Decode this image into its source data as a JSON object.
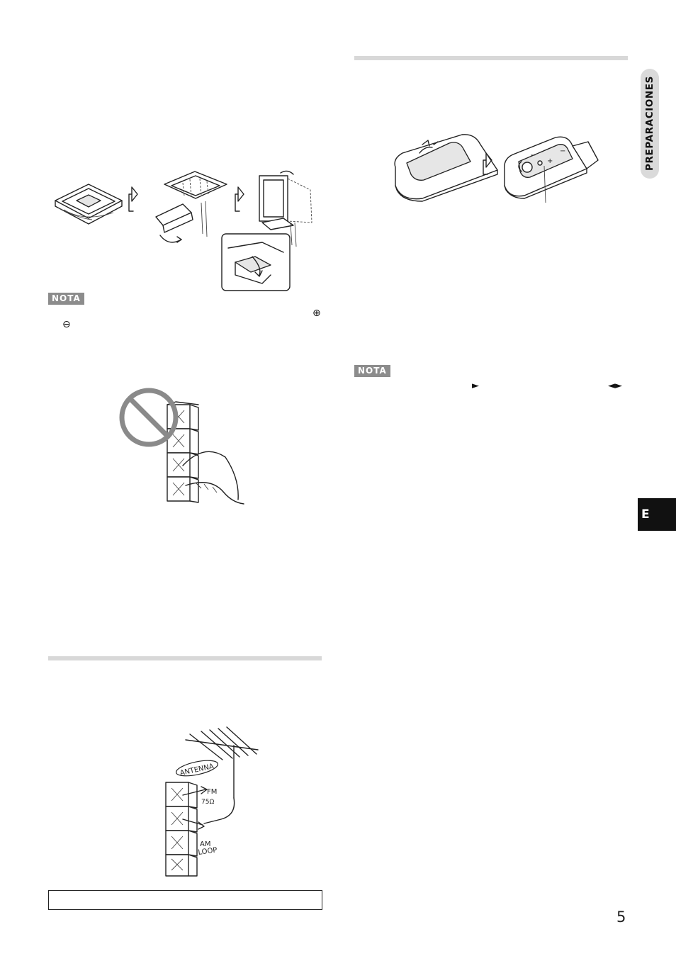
{
  "sidebar": {
    "section_title": "PREPARACIONES",
    "language_tab": "E"
  },
  "page": {
    "number": "5"
  },
  "notes": {
    "left_label": "NOTA",
    "right_label": "NOTA"
  },
  "symbols": {
    "plus": "⊕",
    "minus": "⊖",
    "play": "►",
    "left_right": "◄►"
  },
  "figures": {
    "antenna_labels": {
      "antenna": "ANTENNA",
      "fm": "FM",
      "impedance": "75Ω",
      "am": "AM",
      "loop": "LOOP"
    }
  }
}
